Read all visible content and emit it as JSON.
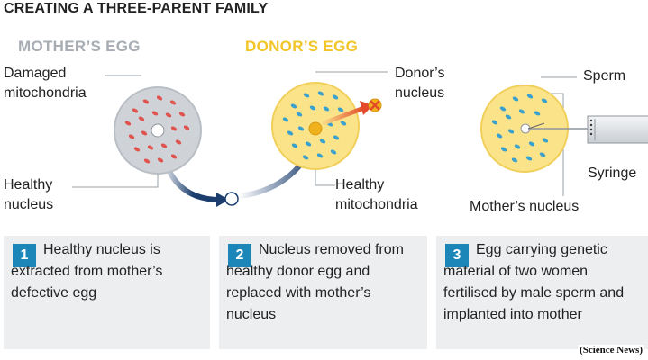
{
  "title": "CREATING A THREE-PARENT FAMILY",
  "headings": {
    "mother_egg": "MOTHER’S EGG",
    "donor_egg": "DONOR’S EGG"
  },
  "labels": {
    "damaged_1": "Damaged",
    "damaged_2": "mitochondria",
    "healthy_nucleus_1": "Healthy",
    "healthy_nucleus_2": "nucleus",
    "donors_nucleus_1": "Donor’s",
    "donors_nucleus_2": "nucleus",
    "healthy_mito_1": "Healthy",
    "healthy_mito_2": "mitochondria",
    "sperm": "Sperm",
    "syringe": "Syringe",
    "mothers_nucleus": "Mother’s nucleus"
  },
  "steps": [
    {
      "number": "1",
      "text": "Healthy nucleus is extracted from mother’s defective egg"
    },
    {
      "number": "2",
      "text": "Nucleus removed from healthy donor egg and replaced with mother’s nucleus"
    },
    {
      "number": "3",
      "text": "Egg carrying genetic material of two women fertilised by male sperm and implanted into mother"
    }
  ],
  "credit": "(Science News)",
  "colors": {
    "mother_egg": "#cfd3d7",
    "damaged_mitochondria": "#e0544f",
    "donor_egg": "#fbe38a",
    "healthy_mitochondria": "#3aa0cc",
    "donor_nucleus": "#f0b21c",
    "arrow": "#1c3e6e",
    "red_arrow": "#e24a2a",
    "step_badge": "#1d86b8",
    "panel": "#eceef0"
  }
}
